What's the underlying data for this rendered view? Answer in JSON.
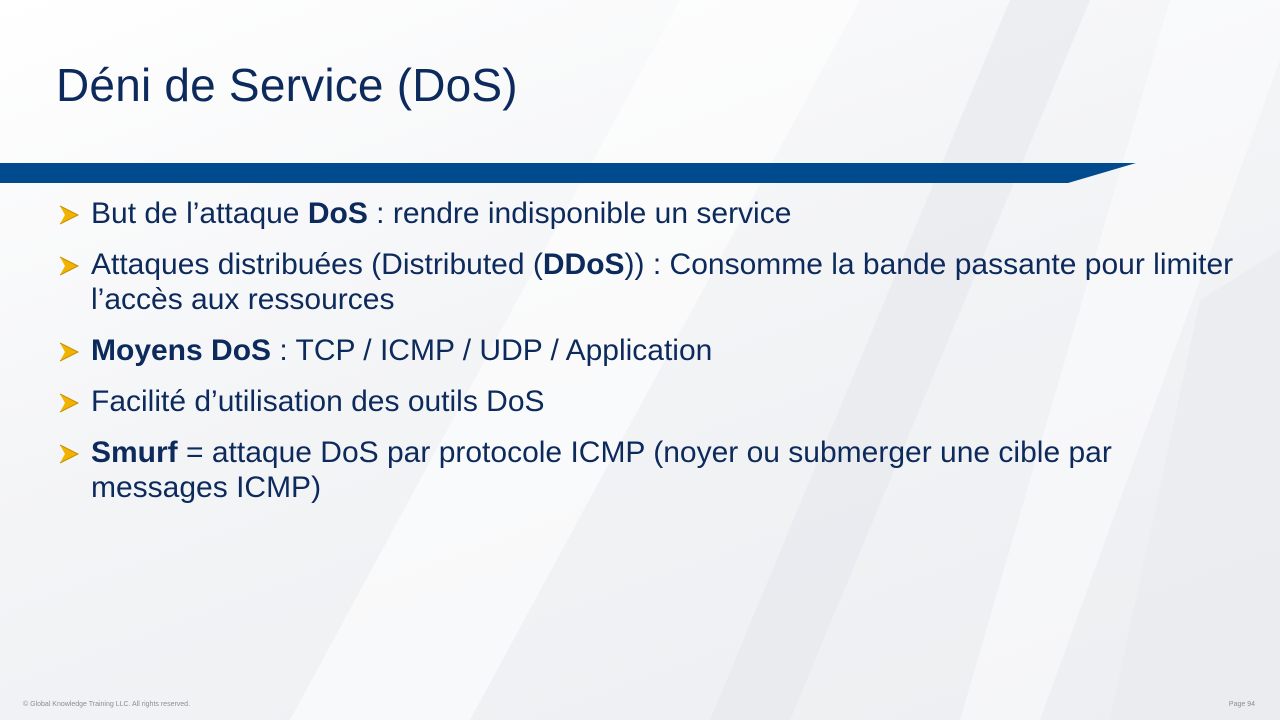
{
  "slide": {
    "title": "Déni de Service (DoS)",
    "accent_color": "#004b8d",
    "bullet_color": "#f2b200",
    "text_color": "#0d2a5c"
  },
  "bullets": [
    {
      "pre": "But de l’attaque ",
      "bold": "DoS",
      "post": " : rendre indisponible un service"
    },
    {
      "pre": "Attaques distribuées (Distributed (",
      "bold": "DDoS",
      "post": ")) : Consomme la bande passante pour  limiter l’accès aux ressources"
    },
    {
      "pre": "",
      "bold": "Moyens DoS",
      "post": " : TCP / ICMP / UDP / Application"
    },
    {
      "pre": "Facilité d’utilisation des outils DoS",
      "bold": "",
      "post": ""
    },
    {
      "pre": "",
      "bold": "Smurf",
      "post": " = attaque DoS par protocole ICMP (noyer ou submerger une cible par messages ICMP)"
    }
  ],
  "footer": {
    "copyright": "© Global Knowledge  Training LLC. All rights reserved.",
    "page": "Page 94"
  }
}
